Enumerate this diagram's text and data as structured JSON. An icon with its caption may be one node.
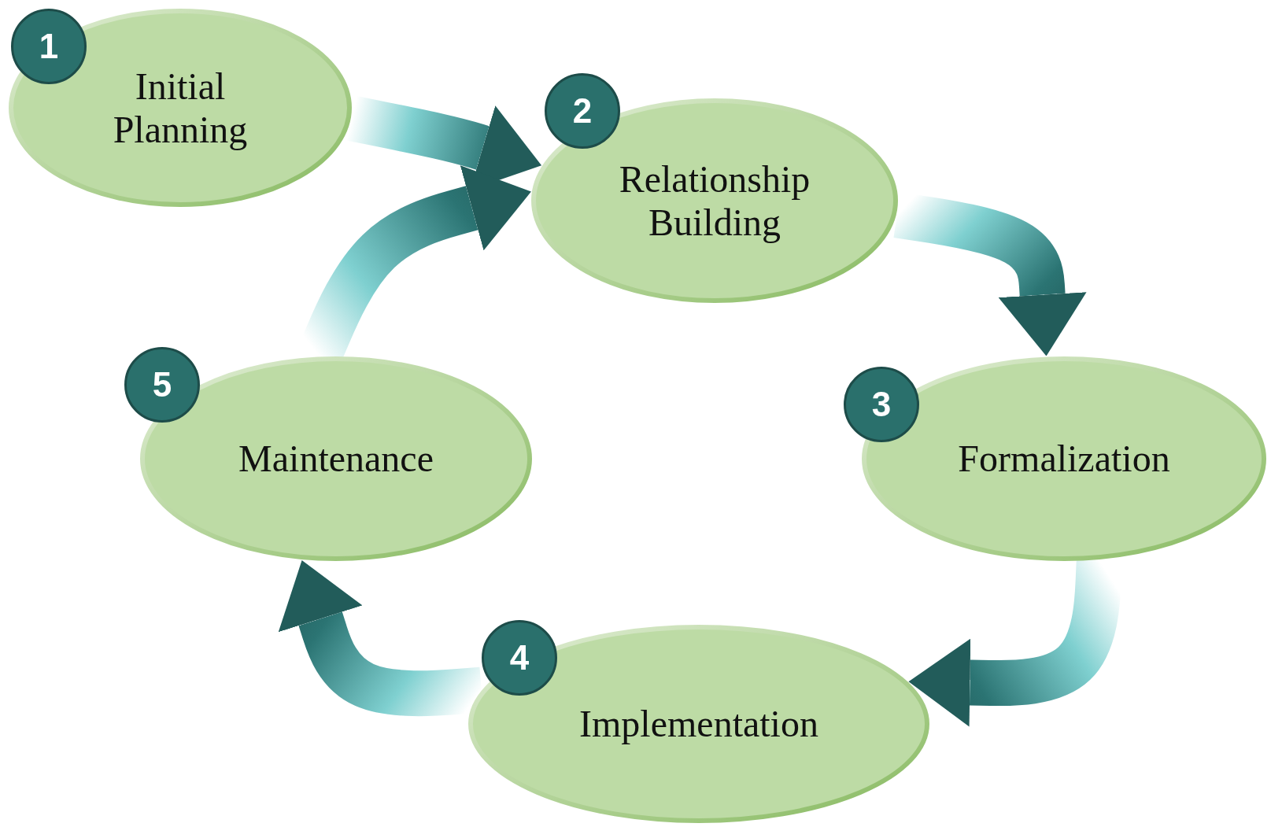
{
  "diagram": {
    "nodes": [
      {
        "text": [
          "1",
          "Initial Planning"
        ]
      },
      {
        "text": [
          "2",
          "Relationship Building"
        ]
      },
      {
        "text": [
          "3",
          "Formalization"
        ]
      },
      {
        "text": [
          "4",
          "Implementation"
        ]
      },
      {
        "text": [
          "5",
          "Maintenance"
        ]
      }
    ],
    "edges": [
      {
        "from": 0,
        "to": 1,
        "arrow": "to",
        "style": "thick"
      },
      {
        "from": 1,
        "to": 2,
        "arrow": "to",
        "style": "thick"
      },
      {
        "from": 2,
        "to": 3,
        "arrow": "to",
        "style": "thick"
      },
      {
        "from": 3,
        "to": 4,
        "arrow": "to",
        "style": "thick"
      },
      {
        "from": 4,
        "to": 1,
        "arrow": "to",
        "style": "thick"
      }
    ]
  }
}
